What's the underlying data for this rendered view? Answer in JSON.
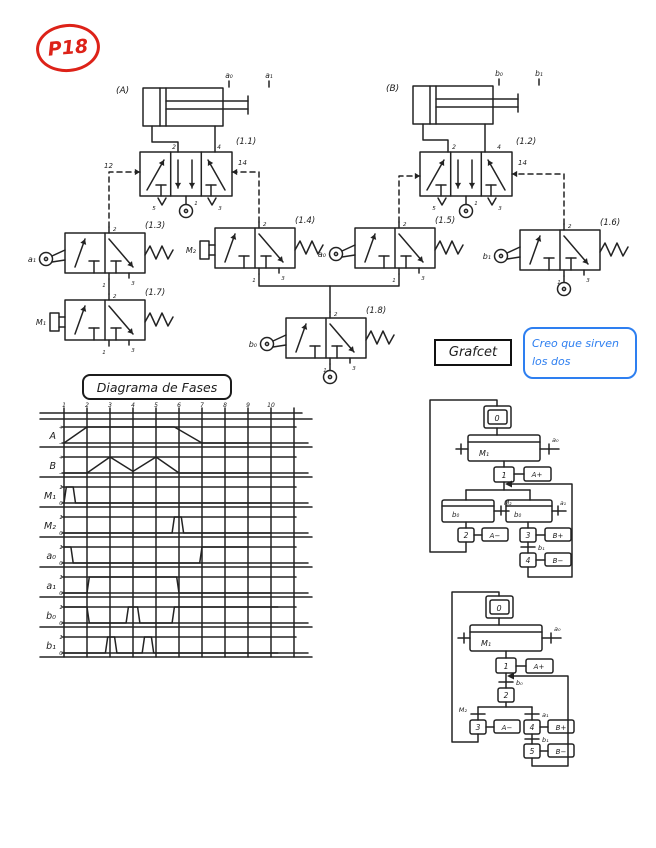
{
  "page": {
    "tag": "P18"
  },
  "ink": {
    "black": "#232323",
    "blue": "#2e7ff0",
    "red": "#dd2218"
  },
  "schematic": {
    "cylinder_a": {
      "label": "(A)",
      "marker_left": "a₀",
      "marker_right": "a₁"
    },
    "cylinder_b": {
      "label": "(B)",
      "marker_left": "b₀",
      "marker_right": "b₁"
    },
    "valve_11": {
      "label": "(1.1)",
      "pilot_left": "12",
      "pilot_right": "14"
    },
    "valve_12": {
      "label": "(1.2)",
      "pilot_right": "14"
    },
    "valve_13": {
      "label": "(1.3)",
      "actuator": "a₁"
    },
    "valve_14": {
      "label": "(1.4)",
      "actuator": "M₂"
    },
    "valve_15": {
      "label": "(1.5)",
      "actuator": "a₀"
    },
    "valve_16": {
      "label": "(1.6)",
      "actuator": "b₁"
    },
    "valve_17": {
      "label": "(1.7)",
      "actuator": "M₁"
    },
    "valve_18": {
      "label": "(1.8)",
      "actuator": "b₀"
    },
    "port_top": "2",
    "port_bottom_1": "1",
    "port_bottom_3": "3",
    "port_top_4": "4",
    "port_exh_5": "5"
  },
  "phase_title": "Diagrama de Fases",
  "chart_data": {
    "type": "line",
    "title": "Diagrama de Fases",
    "x_ticks": [
      "1",
      "2",
      "3",
      "4",
      "5",
      "6",
      "7",
      "8",
      "9",
      "10"
    ],
    "x_range": [
      0,
      10
    ],
    "grid": true,
    "trace_color": "#2e7ff0",
    "rows": [
      {
        "label": "A",
        "high_mark": "+",
        "low_mark": "−",
        "points": [
          [
            0,
            0
          ],
          [
            1,
            1
          ],
          [
            4.8,
            1
          ],
          [
            6,
            0
          ],
          [
            8,
            0
          ]
        ]
      },
      {
        "label": "B",
        "high_mark": "+",
        "low_mark": "−",
        "points": [
          [
            0,
            0
          ],
          [
            1,
            0
          ],
          [
            2,
            1
          ],
          [
            3,
            0.1
          ],
          [
            4,
            1
          ],
          [
            5,
            0
          ],
          [
            8,
            0
          ]
        ]
      },
      {
        "label": "M₁",
        "high_mark": "1",
        "low_mark": "0",
        "points": [
          [
            0,
            0
          ],
          [
            0.1,
            1
          ],
          [
            0.4,
            1
          ],
          [
            0.5,
            0
          ],
          [
            9,
            0
          ]
        ]
      },
      {
        "label": "M₂",
        "high_mark": "1",
        "low_mark": "0",
        "points": [
          [
            0,
            0
          ],
          [
            4.7,
            0
          ],
          [
            4.8,
            1
          ],
          [
            5.1,
            1
          ],
          [
            5.2,
            0
          ],
          [
            9,
            0
          ]
        ]
      },
      {
        "label": "a₀",
        "high_mark": "1",
        "low_mark": "0",
        "points": [
          [
            0,
            1
          ],
          [
            0.3,
            1
          ],
          [
            0.4,
            0
          ],
          [
            5.9,
            0
          ],
          [
            6,
            1
          ],
          [
            8,
            1
          ]
        ]
      },
      {
        "label": "a₁",
        "high_mark": "1",
        "low_mark": "0",
        "points": [
          [
            0,
            0
          ],
          [
            1,
            0
          ],
          [
            1.1,
            1
          ],
          [
            4.9,
            1
          ],
          [
            5,
            0
          ],
          [
            9,
            0
          ]
        ]
      },
      {
        "label": "b₀",
        "high_mark": "1",
        "low_mark": "0",
        "points": [
          [
            0,
            1
          ],
          [
            1,
            1
          ],
          [
            1.1,
            0
          ],
          [
            2.7,
            0
          ],
          [
            2.8,
            1
          ],
          [
            3.2,
            1
          ],
          [
            3.3,
            0
          ],
          [
            4.7,
            0
          ],
          [
            4.8,
            1
          ],
          [
            9.3,
            1
          ]
        ]
      },
      {
        "label": "b₁",
        "high_mark": "1",
        "low_mark": "0",
        "points": [
          [
            0,
            0
          ],
          [
            1.8,
            0
          ],
          [
            1.9,
            1
          ],
          [
            2.2,
            1
          ],
          [
            2.3,
            0
          ],
          [
            3.4,
            0
          ],
          [
            3.5,
            1
          ],
          [
            3.8,
            1
          ],
          [
            3.9,
            0
          ],
          [
            9.3,
            0
          ]
        ]
      }
    ]
  },
  "grafcet": {
    "box_label": "Grafcet",
    "note_line1": "Creo que sirven",
    "note_line2": "los dos",
    "g1": {
      "step0": "0",
      "t1_main": "M₁",
      "t1_side": "a₀",
      "step1": "1",
      "action1": "A+",
      "left_main": "b₀",
      "left_side": "M₂",
      "left_step": "2",
      "left_action": "A−",
      "right_main": "b₀",
      "right_side": "a₁",
      "right_step": "3",
      "right_action": "B+",
      "right_t": "b₁",
      "right_step2": "4",
      "right_action2": "B−"
    },
    "g2": {
      "step0": "0",
      "t1_main": "M₁",
      "t1_side": "a₀",
      "step1": "1",
      "action1": "A+",
      "t2": "b₀",
      "step2": "2",
      "left_t": "M₂",
      "left_step": "3",
      "left_action": "A−",
      "right_t": "a₁",
      "right_step": "4",
      "right_action": "B+",
      "right_t2": "b₁",
      "right_step2": "5",
      "right_action2": "B−"
    }
  }
}
